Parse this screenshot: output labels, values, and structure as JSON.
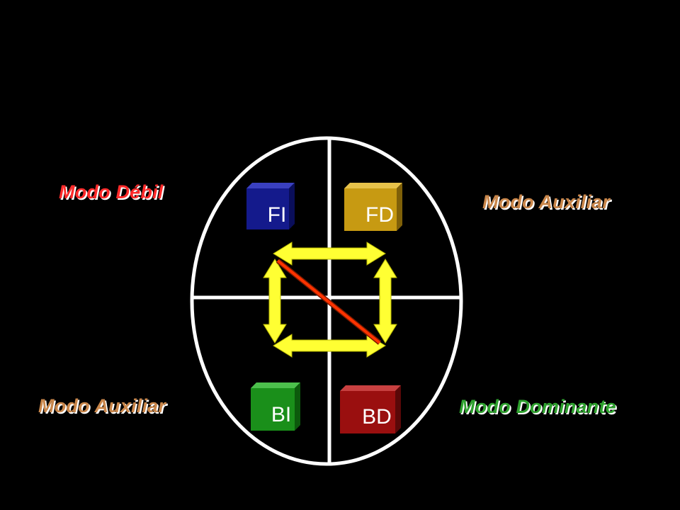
{
  "labels": {
    "top_left": {
      "text": "Modo Débil",
      "color": "#ff2a2a"
    },
    "top_right": {
      "text": "Modo Auxiliar",
      "color": "#c9864a"
    },
    "bottom_left": {
      "text": "Modo Auxiliar",
      "color": "#c9864a"
    },
    "bottom_right": {
      "text": "Modo Dominante",
      "color": "#2ea12e"
    }
  },
  "cubes": {
    "fi": {
      "text": "FI",
      "color": "#141a8c"
    },
    "fd": {
      "text": "FD",
      "color": "#c79a12"
    },
    "bi": {
      "text": "BI",
      "color": "#1a8f1a"
    },
    "bd": {
      "text": "BD",
      "color": "#9a0f0f"
    }
  },
  "colors": {
    "background": "#000000",
    "ellipse": "#ffffff",
    "arrows": "#ffff33",
    "diagonal": "#ff3300"
  }
}
